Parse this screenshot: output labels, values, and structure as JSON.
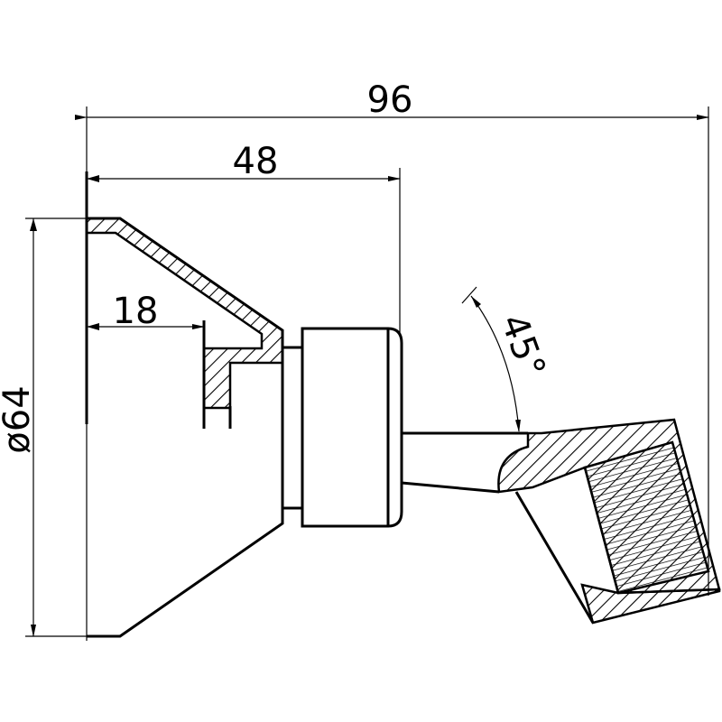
{
  "drawing": {
    "title": "Shower holder technical drawing",
    "units": "mm",
    "colors": {
      "line": "#000000",
      "background": "#ffffff"
    }
  },
  "dimensions": {
    "overall_width": "96",
    "base_to_nut": "48",
    "flange_depth": "18",
    "diameter": "ø64",
    "angle": "45°"
  }
}
